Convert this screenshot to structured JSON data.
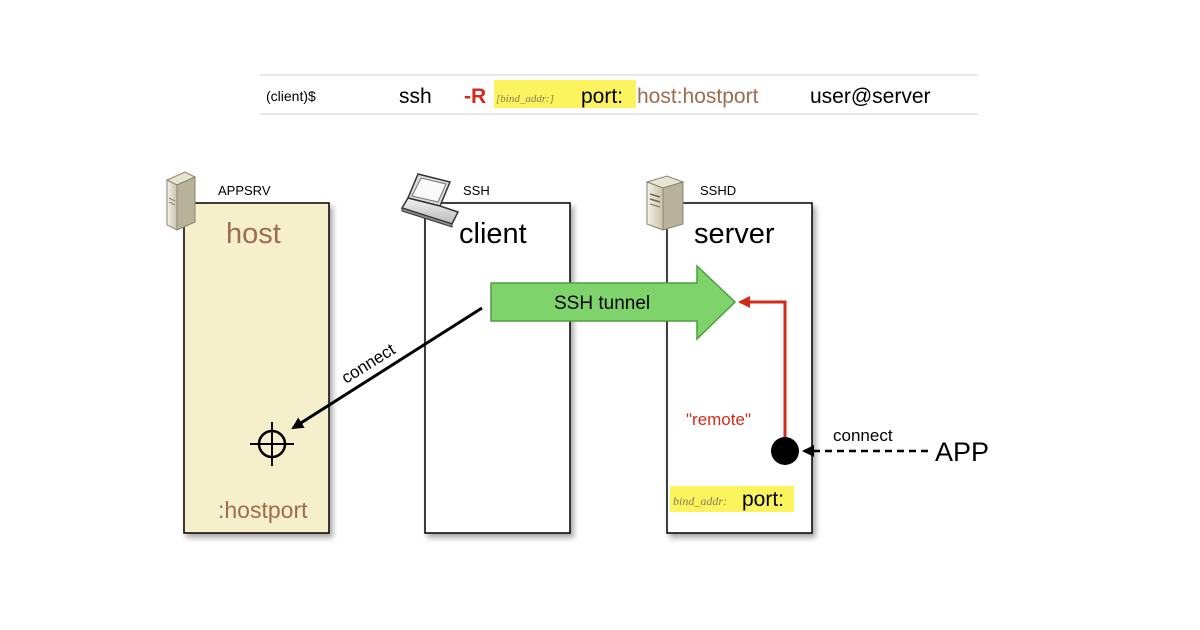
{
  "command": {
    "prompt": "(client)$",
    "program": "ssh",
    "flag": "-R",
    "bind_addr_opt": "[bind_addr:]",
    "port": "port:",
    "host_hostport": "host:hostport",
    "user_server": "user@server"
  },
  "boxes": {
    "host": {
      "label": "APPSRV",
      "title": "host",
      "port_label": ":hostport",
      "icon": "server-tower-icon",
      "fill": "#F5EFCB"
    },
    "client": {
      "label": "SSH",
      "title": "client",
      "icon": "laptop-icon"
    },
    "server": {
      "label": "SSHD",
      "title": "server",
      "remote_label": "\"remote\"",
      "bind_addr": "bind_addr:",
      "port": "port:",
      "icon": "server-tower-icon"
    }
  },
  "tunnel": {
    "label": "SSH tunnel",
    "fill": "#7ED46A"
  },
  "connections": {
    "client_to_host": "connect",
    "app_to_server": "connect",
    "app_label": "APP"
  },
  "colors": {
    "accent_red": "#D42A1E",
    "highlight_yellow": "#FBF45E",
    "host_brown": "#9C6D4E"
  }
}
